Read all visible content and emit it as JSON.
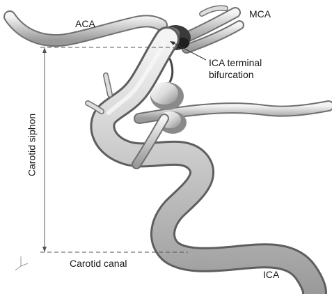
{
  "labels": {
    "aca": "ACA",
    "mca": "MCA",
    "ica_terminal_line1": "ICA terminal",
    "ica_terminal_line2": "bifurcation",
    "carotid_siphon": "Carotid siphon",
    "carotid_canal": "Carotid canal",
    "ica": "ICA"
  },
  "colors": {
    "vessel_fill": "#e4e4e4",
    "vessel_shadow": "#7a7a7a",
    "vessel_dark": "#2b2b2b",
    "annotation_line": "#555555",
    "text": "#1a1a1a"
  }
}
